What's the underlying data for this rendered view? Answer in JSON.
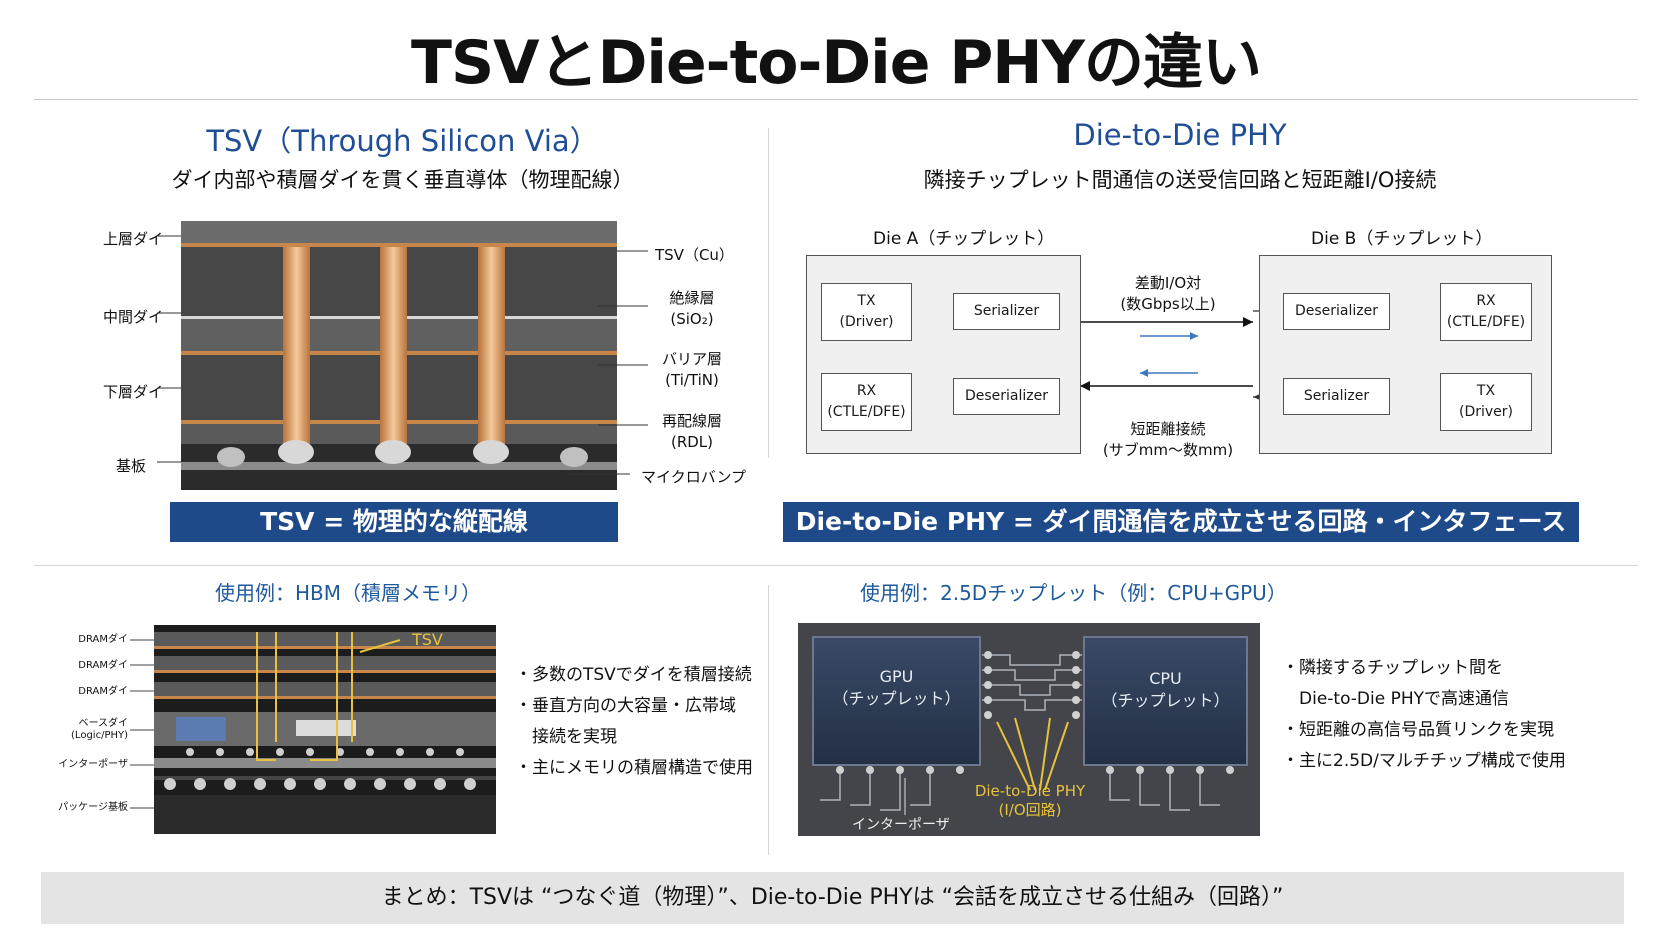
{
  "title": "TSVとDie-to-Die PHYの違い",
  "tsv": {
    "title": "TSV（Through Silicon Via）",
    "subtitle": "ダイ内部や積層ダイを貫く垂直導体（物理配線）",
    "left_labels": [
      "上層ダイ",
      "中間ダイ",
      "下層ダイ",
      "基板"
    ],
    "right_labels": {
      "tsv_cu": "TSV（Cu）",
      "insulator": [
        "絶縁層",
        "(SiO₂)"
      ],
      "barrier": [
        "バリア層",
        "(Ti/TiN)"
      ],
      "rdl": [
        "再配線層",
        "(RDL)"
      ],
      "bump": "マイクロバンプ"
    },
    "banner": "TSV = 物理的な縦配線"
  },
  "d2d": {
    "title": "Die-to-Die PHY",
    "subtitle": "隣接チップレット間通信の送受信回路と短距離I/O接続",
    "die_a": "Die A（チップレット）",
    "die_b": "Die B（チップレット）",
    "blocks": {
      "tx_driver": [
        "TX",
        "(Driver)"
      ],
      "rx_ctle": [
        "RX",
        "(CTLE/DFE)"
      ],
      "serializer": "Serializer",
      "deserializer": "Deserializer"
    },
    "link_top": [
      "差動I/O対",
      "(数Gbps以上)"
    ],
    "link_bottom": [
      "短距離接続",
      "(サブmm〜数mm)"
    ],
    "banner": "Die-to-Die PHY = ダイ間通信を成立させる回路・インタフェース"
  },
  "hbm": {
    "title": "使用例：HBM（積層メモリ）",
    "labels": [
      "DRAMダイ",
      "DRAMダイ",
      "DRAMダイ",
      "ベースダイ",
      "(Logic/PHY)",
      "インターポーザ",
      "パッケージ基板"
    ],
    "tsv_label": "TSV",
    "bullets": [
      "・多数のTSVでダイを積層接続",
      "・垂直方向の大容量・広帯域",
      "　接続を実現",
      "・主にメモリの積層構造で使用"
    ]
  },
  "chiplet": {
    "title": "使用例：2.5Dチップレット（例：CPU+GPU）",
    "gpu": [
      "GPU",
      "（チップレット）"
    ],
    "cpu": [
      "CPU",
      "（チップレット）"
    ],
    "phy": [
      "Die-to-Die PHY",
      "(I/O回路)"
    ],
    "interposer": "インターポーザ",
    "bullets": [
      "・隣接するチップレット間を",
      "　Die-to-Die PHYで高速通信",
      "・短距離の高信号品質リンクを実現",
      "・主に2.5D/マルチチップ構成で使用"
    ]
  },
  "summary": "まとめ：TSVは “つなぐ道（物理）”、Die-to-Die PHYは “会話を成立させる仕組み（回路）”",
  "colors": {
    "brand_blue": "#1f4a8a",
    "title_blue": "#1f4e96",
    "copper": "#d9935a",
    "die_gray": "#4a4a4a",
    "chip_navy": "#2e3d55",
    "phy_gold": "#e8c23a"
  }
}
